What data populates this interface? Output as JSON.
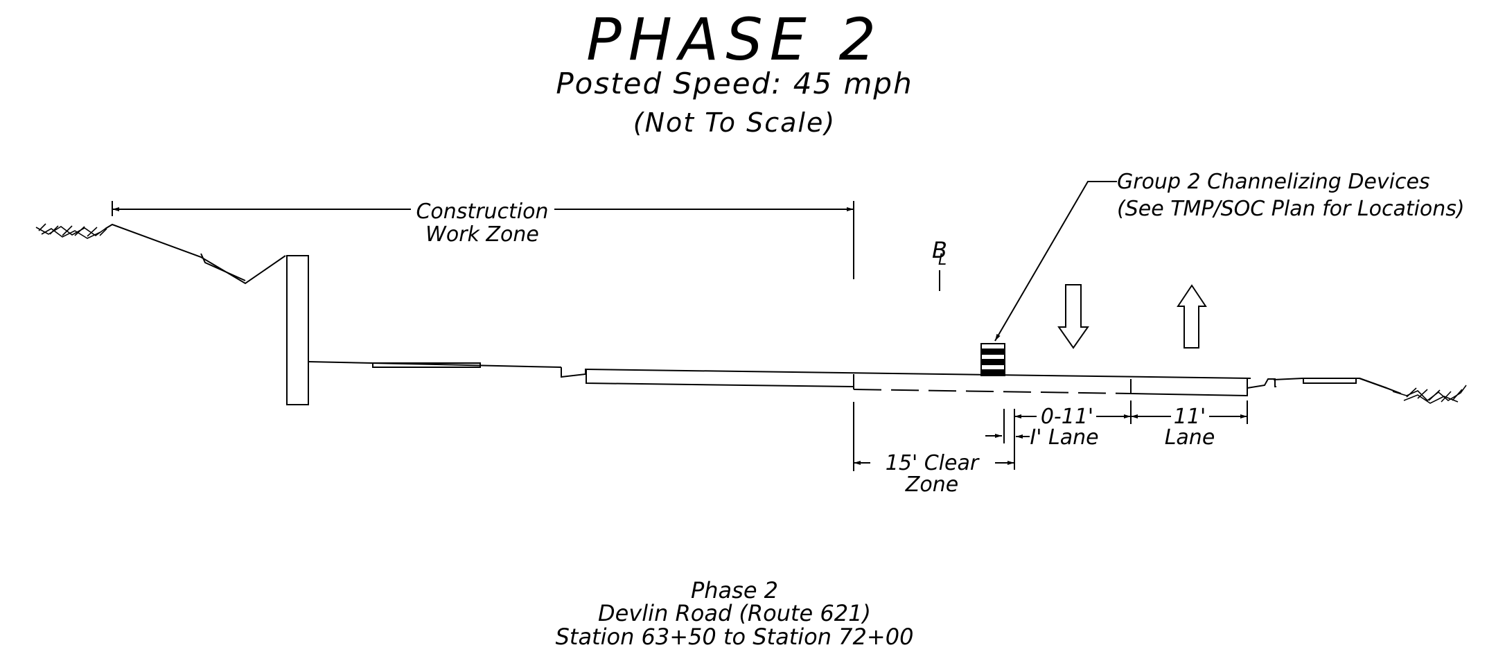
{
  "header": {
    "title": "PHASE 2",
    "speed": "Posted Speed: 45 mph",
    "scale_note": "(Not To Scale)"
  },
  "labels": {
    "work_zone_line1": "Construction",
    "work_zone_line2": "Work Zone",
    "centerline_mark": "B",
    "centerline_sub": "L",
    "devices_line1": "Group 2 Channelizing Devices",
    "devices_line2": "(See TMP/SOC Plan for Locations)",
    "lane1_width": "0-11'",
    "lane1_label": "I' Lane",
    "lane2_width": "11'",
    "lane2_label": "Lane",
    "clear_zone_line1": "15' Clear",
    "clear_zone_line2": "Zone"
  },
  "footer": {
    "line1": "Phase 2",
    "line2": "Devlin Road (Route 621)",
    "line3": "Station 63+50 to Station 72+00"
  }
}
